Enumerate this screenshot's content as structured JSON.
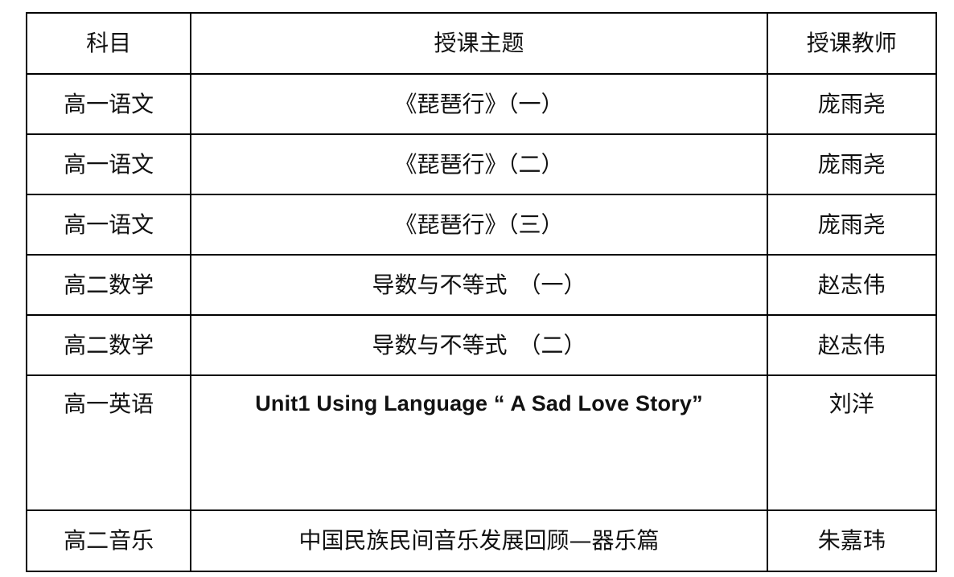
{
  "table": {
    "headers": [
      "科目",
      "授课主题",
      "授课教师"
    ],
    "rows": [
      {
        "subject": "高一语文",
        "topic": "《琵琶行》（一）",
        "teacher": "庞雨尧"
      },
      {
        "subject": "高一语文",
        "topic": "《琵琶行》（二）",
        "teacher": "庞雨尧"
      },
      {
        "subject": "高一语文",
        "topic": "《琵琶行》（三）",
        "teacher": "庞雨尧"
      },
      {
        "subject": "高二数学",
        "topic": "导数与不等式　（一）",
        "teacher": "赵志伟"
      },
      {
        "subject": "高二数学",
        "topic": "导数与不等式　（二）",
        "teacher": "赵志伟"
      },
      {
        "subject": "高一英语",
        "topic": "Unit1 Using Language “ A Sad Love Story”",
        "teacher": "刘洋"
      },
      {
        "subject": "高二音乐",
        "topic": "中国民族民间音乐发展回顾—器乐篇",
        "teacher": "朱嘉玮"
      }
    ]
  }
}
